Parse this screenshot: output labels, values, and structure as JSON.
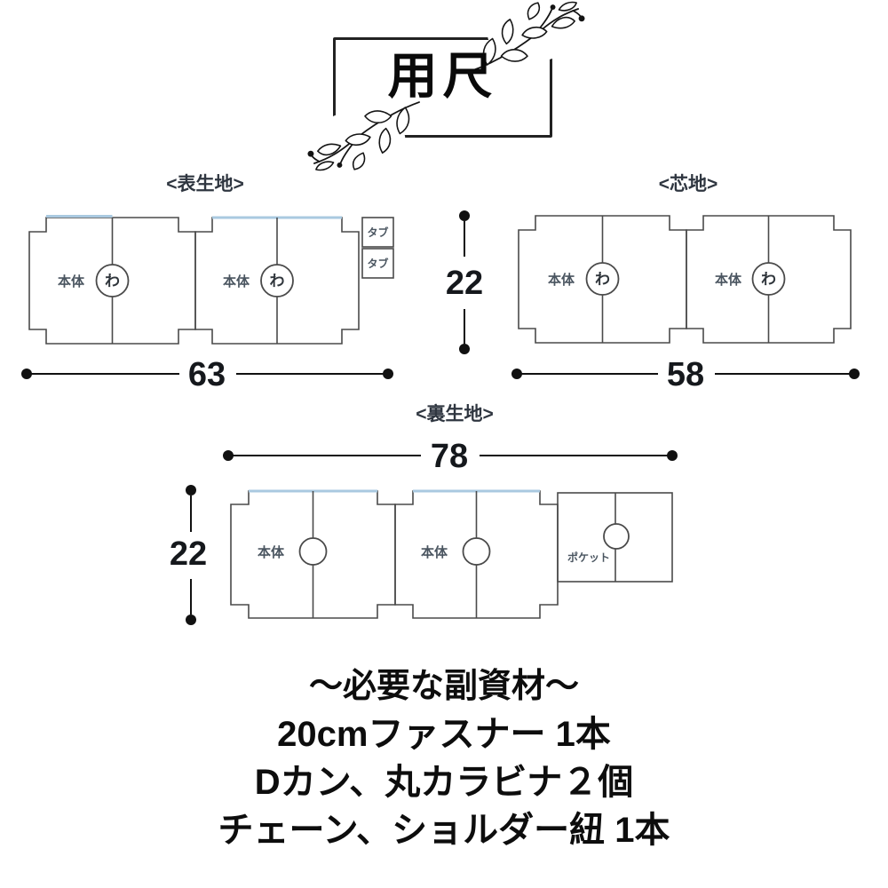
{
  "page_title": "用尺",
  "sections": {
    "omote": {
      "label": "<表生地>",
      "width": "63",
      "height": "22"
    },
    "shin": {
      "label": "<芯地>",
      "width": "58"
    },
    "ura": {
      "label": "<裏生地>",
      "width": "78",
      "height": "22"
    }
  },
  "piece_labels": {
    "body": "本体",
    "fold_mark": "わ",
    "tab": "タブ",
    "pocket": "ポケット"
  },
  "materials": {
    "heading": "〜必要な副資材〜",
    "items": [
      "20cmファスナー 1本",
      "Dカン、丸カラビナ２個",
      "チェーン、ショルダー紐 1本"
    ]
  },
  "colors": {
    "outline": "#4a4a4a",
    "top_edge_accent": "#a9c9e0",
    "text_dark": "#15181c"
  }
}
